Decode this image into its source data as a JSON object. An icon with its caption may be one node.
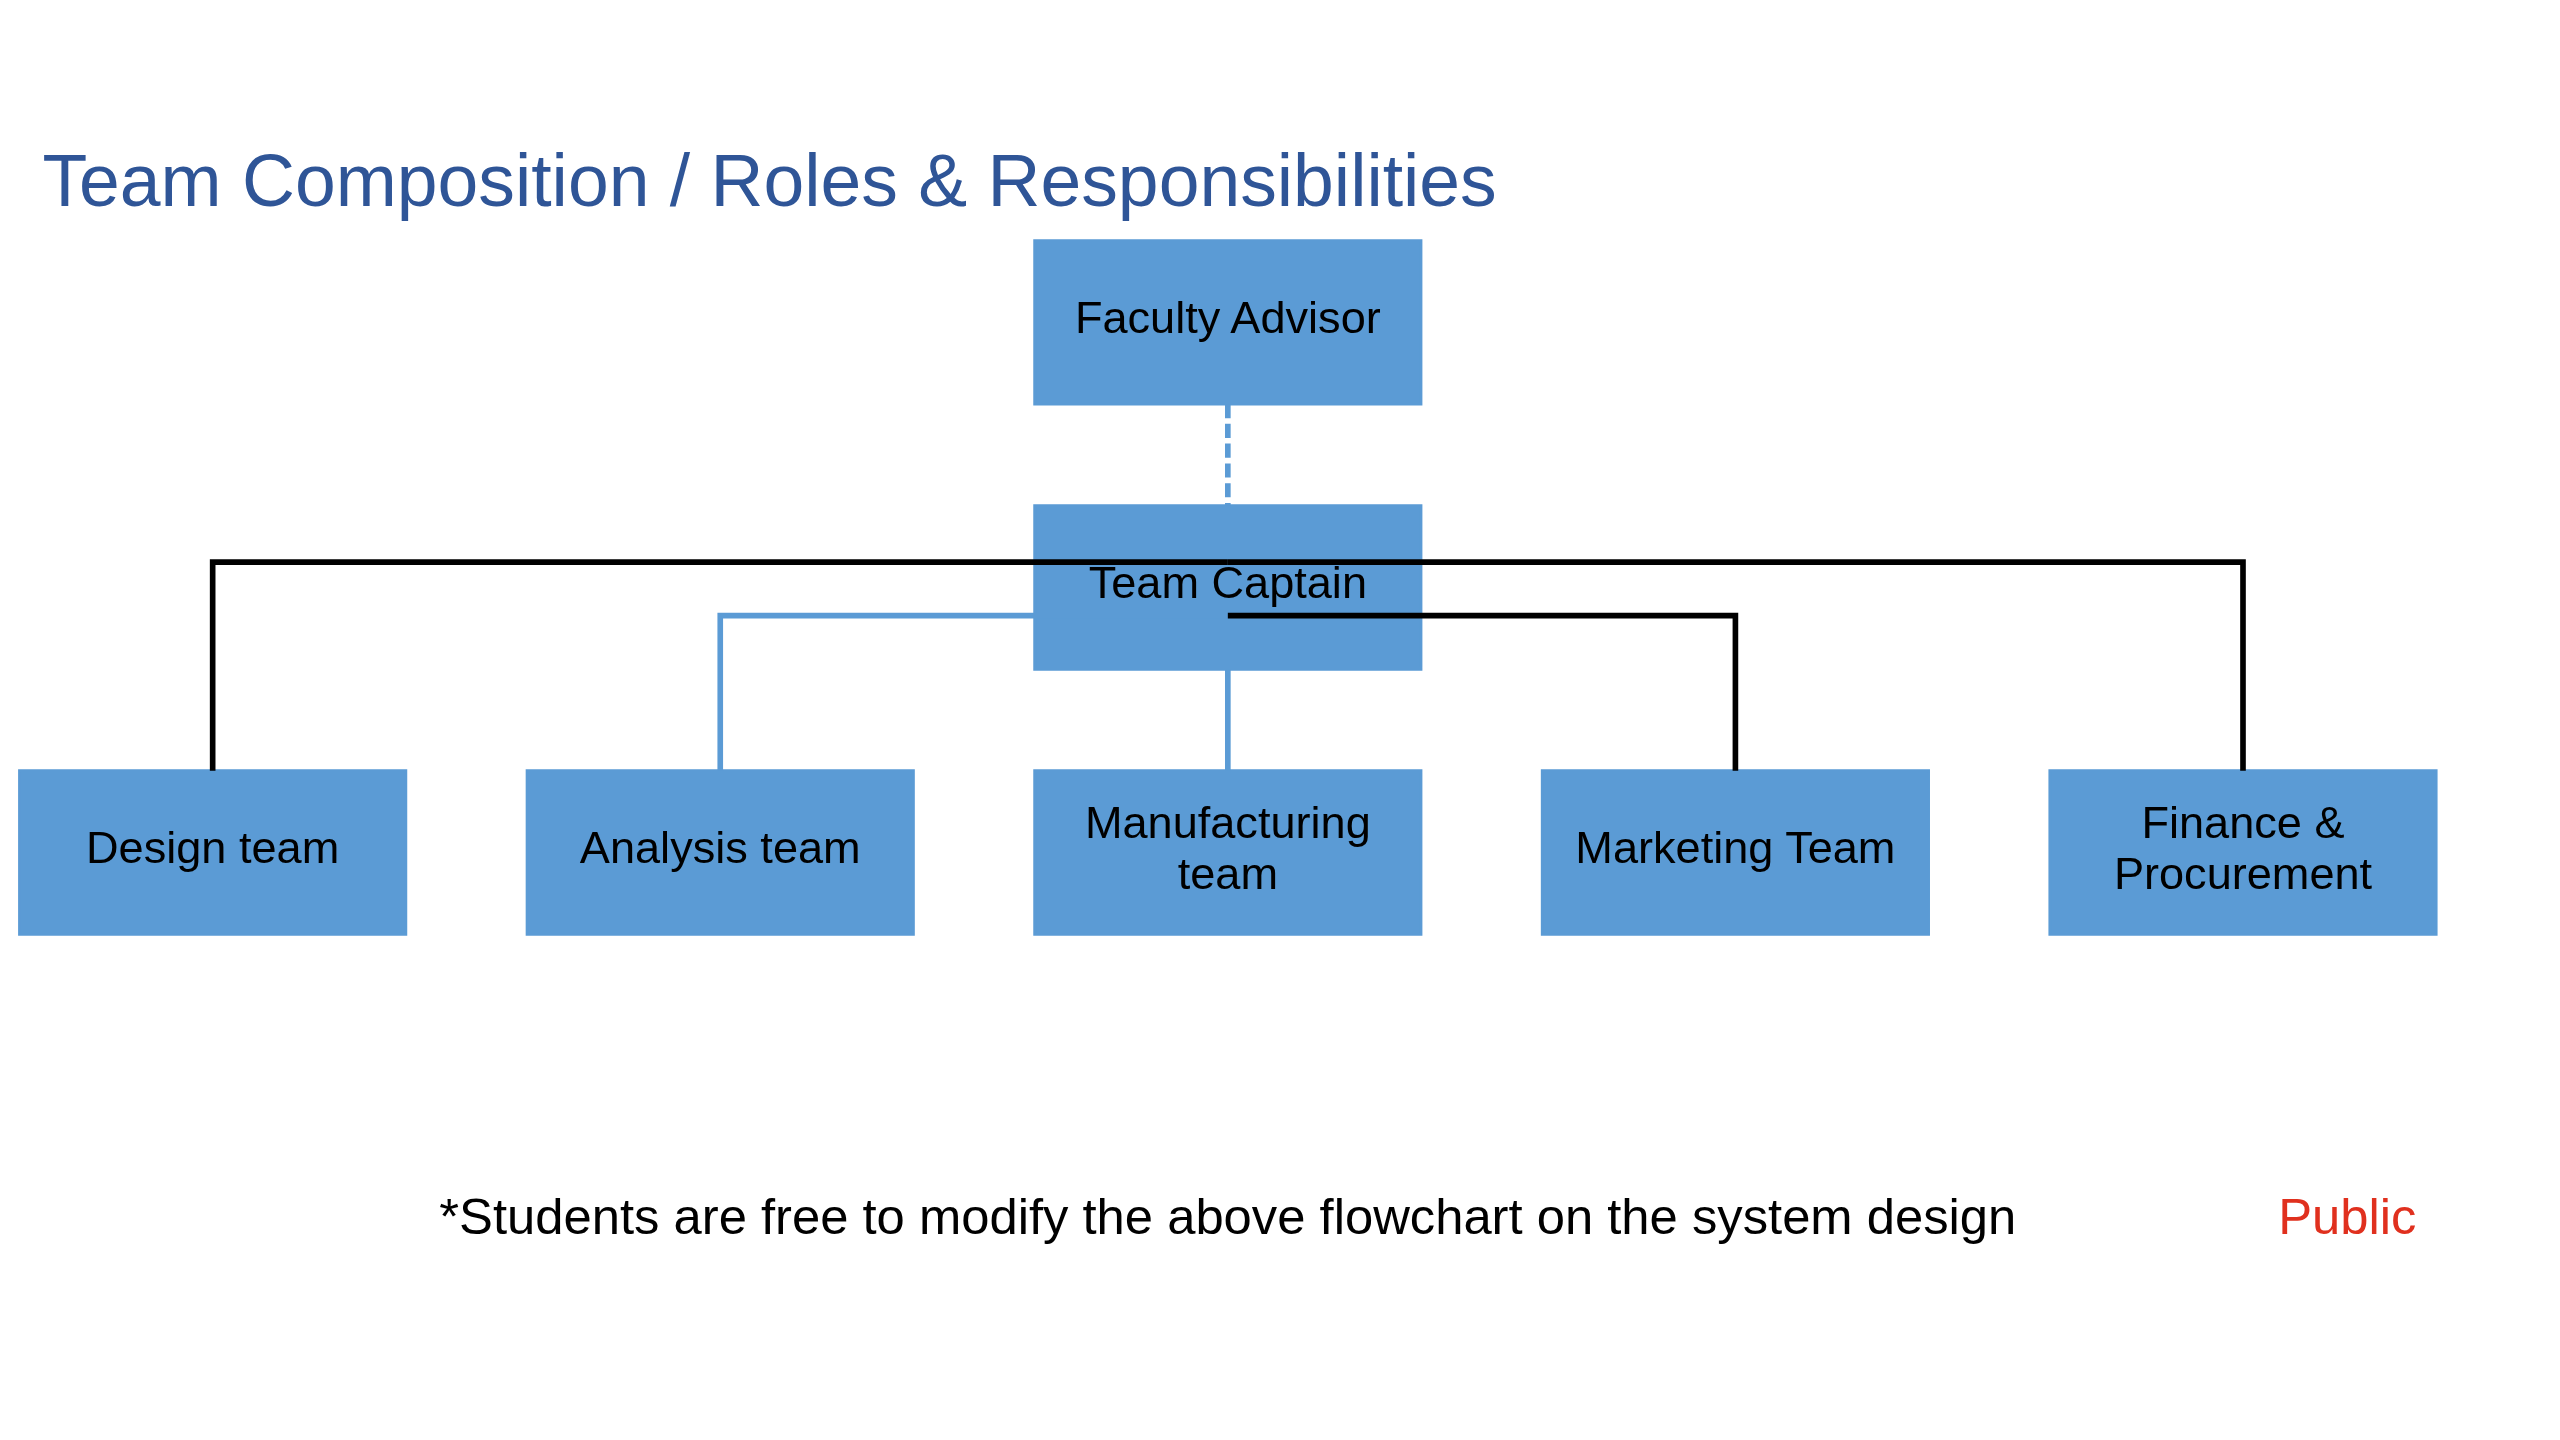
{
  "diagram": {
    "title": "Team Composition / Roles & Responsibilities",
    "nodes": [
      {
        "text": [
          "Faculty Advisor"
        ]
      },
      {
        "text": [
          "Team Captain"
        ]
      },
      {
        "text": [
          "Design team"
        ]
      },
      {
        "text": [
          "Analysis team"
        ]
      },
      {
        "text": [
          "Manufacturing team"
        ]
      },
      {
        "text": [
          "Marketing Team"
        ]
      },
      {
        "text": [
          "Finance & Procurement"
        ]
      }
    ],
    "edges": [
      {
        "from": 0,
        "to": 1,
        "arrow": "none",
        "style": "dashed",
        "color": "#5b9bd5"
      },
      {
        "from": 1,
        "to": 2,
        "arrow": "none",
        "color": "#000000"
      },
      {
        "from": 1,
        "to": 3,
        "arrow": "none",
        "color": "#5b9bd5"
      },
      {
        "from": 1,
        "to": 4,
        "arrow": "none",
        "color": "#5b9bd5"
      },
      {
        "from": 1,
        "to": 5,
        "arrow": "none",
        "color": "#000000"
      },
      {
        "from": 1,
        "to": 6,
        "arrow": "none",
        "color": "#000000"
      }
    ],
    "labels": [
      "*Students are free to modify the above flowchart on the system design",
      "Public"
    ]
  }
}
